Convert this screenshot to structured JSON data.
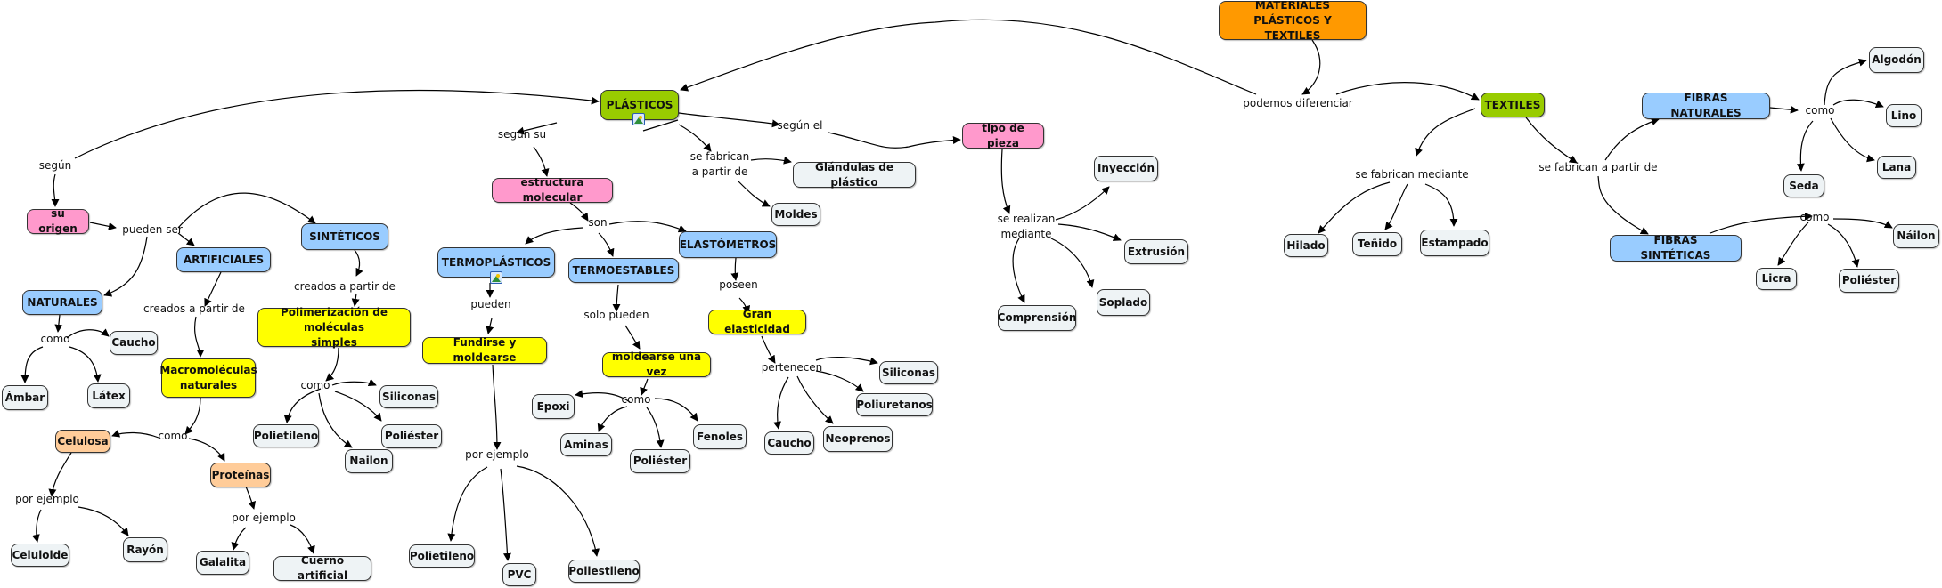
{
  "colors": {
    "root": "#ff9900",
    "green": "#99cc00",
    "pink": "#ff99cc",
    "blue": "#99ccff",
    "yellow": "#ffff00",
    "orange": "#ffcc99",
    "leaf": "#eef3f5",
    "line": "#000000"
  },
  "nodes": {
    "root": {
      "text": "MATERIALES\nPLÁSTICOS Y TEXTILES",
      "color": "root"
    },
    "plasticos": {
      "text": "PLÁSTICOS",
      "color": "green",
      "has_image": true
    },
    "textiles": {
      "text": "TEXTILES",
      "color": "green"
    },
    "su_origen": {
      "text": "su origen",
      "color": "pink"
    },
    "estructura": {
      "text": "estructura molecular",
      "color": "pink"
    },
    "tipo_pieza": {
      "text": "tipo de pieza",
      "color": "pink"
    },
    "naturales": {
      "text": "NATURALES",
      "color": "blue"
    },
    "artificiales": {
      "text": "ARTIFICIALES",
      "color": "blue"
    },
    "sinteticos": {
      "text": "SINTÉTICOS",
      "color": "blue"
    },
    "termoplasticos": {
      "text": "TERMOPLÁSTICOS",
      "color": "blue",
      "has_image": true
    },
    "termoestables": {
      "text": "TERMOESTABLES",
      "color": "blue"
    },
    "elastometros": {
      "text": "ELASTÓMETROS",
      "color": "blue"
    },
    "fibras_naturales": {
      "text": "FIBRAS NATURALES",
      "color": "blue"
    },
    "fibras_sinteticas": {
      "text": "FIBRAS SINTÉTICAS",
      "color": "blue"
    },
    "macromoleculas": {
      "text": "Macromoléculas\nnaturales",
      "color": "yellow"
    },
    "polimerizacion": {
      "text": "Polimerización de moléculas\nsimples",
      "color": "yellow"
    },
    "fundirse": {
      "text": "Fundirse y moldearse",
      "color": "yellow"
    },
    "moldearse_vez": {
      "text": "moldearse una vez",
      "color": "yellow"
    },
    "gran_elasticidad": {
      "text": "Gran elasticidad",
      "color": "yellow"
    },
    "celulosa": {
      "text": "Celulosa",
      "color": "orange"
    },
    "proteinas": {
      "text": "Proteínas",
      "color": "orange"
    },
    "caucho1": {
      "text": "Caucho",
      "color": "leaf"
    },
    "ambar": {
      "text": "Ámbar",
      "color": "leaf"
    },
    "latex": {
      "text": "Látex",
      "color": "leaf"
    },
    "celuloide": {
      "text": "Celuloide",
      "color": "leaf"
    },
    "rayon": {
      "text": "Rayón",
      "color": "leaf"
    },
    "galalita": {
      "text": "Galalita",
      "color": "leaf"
    },
    "cuerno": {
      "text": "Cuerno artificial",
      "color": "leaf"
    },
    "siliconas1": {
      "text": "Siliconas",
      "color": "leaf"
    },
    "polietileno1": {
      "text": "Polietileno",
      "color": "leaf"
    },
    "poliester1": {
      "text": "Poliéster",
      "color": "leaf"
    },
    "nailon": {
      "text": "Nailon",
      "color": "leaf"
    },
    "polietileno2": {
      "text": "Polietileno",
      "color": "leaf"
    },
    "pvc": {
      "text": "PVC",
      "color": "leaf"
    },
    "poliestileno": {
      "text": "Poliestileno",
      "color": "leaf"
    },
    "epoxi": {
      "text": "Epoxi",
      "color": "leaf"
    },
    "aminas": {
      "text": "Aminas",
      "color": "leaf"
    },
    "poliester2": {
      "text": "Poliéster",
      "color": "leaf"
    },
    "fenoles": {
      "text": "Fenoles",
      "color": "leaf"
    },
    "siliconas2": {
      "text": "Siliconas",
      "color": "leaf"
    },
    "poliuretanos": {
      "text": "Poliuretanos",
      "color": "leaf"
    },
    "caucho2": {
      "text": "Caucho",
      "color": "leaf"
    },
    "neoprenos": {
      "text": "Neoprenos",
      "color": "leaf"
    },
    "glandulas": {
      "text": "Glándulas de plástico",
      "color": "leaf"
    },
    "moldes": {
      "text": "Moldes",
      "color": "leaf"
    },
    "inyeccion": {
      "text": "Inyección",
      "color": "leaf"
    },
    "extrusion": {
      "text": "Extrusión",
      "color": "leaf"
    },
    "soplado": {
      "text": "Soplado",
      "color": "leaf"
    },
    "compresion": {
      "text": "Comprensión",
      "color": "leaf"
    },
    "hilado": {
      "text": "Hilado",
      "color": "leaf"
    },
    "tenido": {
      "text": "Teñido",
      "color": "leaf"
    },
    "estampado": {
      "text": "Estampado",
      "color": "leaf"
    },
    "algodon": {
      "text": "Algodón",
      "color": "leaf"
    },
    "lino": {
      "text": "Lino",
      "color": "leaf"
    },
    "lana": {
      "text": "Lana",
      "color": "leaf"
    },
    "seda": {
      "text": "Seda",
      "color": "leaf"
    },
    "nailon2": {
      "text": "Náilon",
      "color": "leaf"
    },
    "licra": {
      "text": "Licra",
      "color": "leaf"
    },
    "poliester3": {
      "text": "Poliéster",
      "color": "leaf"
    }
  },
  "linking_phrases": {
    "podemos": "podemos diferenciar",
    "segun": "según",
    "segun_su": "según su",
    "segun_el": "según el",
    "se_fabrican_pl": "se fabrican\na partir de",
    "pueden_ser": "pueden ser",
    "como_nat": "como",
    "creados_art": "creados a partir de",
    "creados_sin": "creados a partir de",
    "como_macro": "como",
    "por_ejemplo_cel": "por ejemplo",
    "por_ejemplo_prot": "por ejemplo",
    "como_poli": "como",
    "son": "son",
    "pueden": "pueden",
    "por_ejemplo_termo": "por ejemplo",
    "solo_pueden": "solo pueden",
    "como_mold": "como",
    "poseen": "poseen",
    "pertenecen": "pertenecen",
    "se_realizan": "se realizan\nmediante",
    "se_fabrican_med": "se fabrican mediante",
    "se_fabrican_tex": "se fabrican a partir de",
    "como_fn": "como",
    "como_fs": "como"
  }
}
